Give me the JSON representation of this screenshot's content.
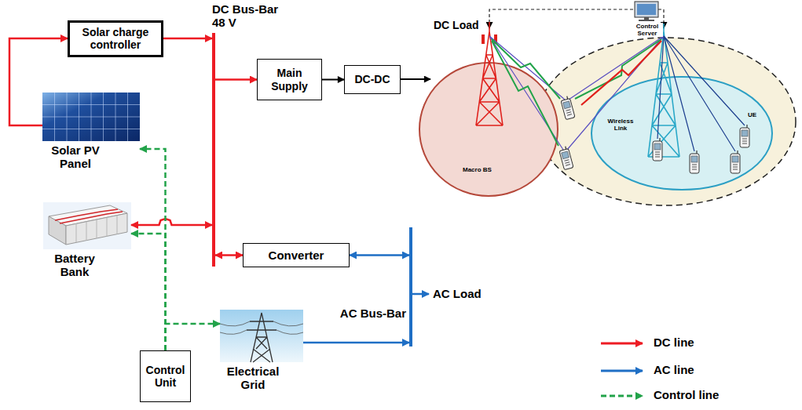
{
  "diagram": {
    "nodes": [
      {
        "text": [
          "Solar charge controller"
        ]
      },
      {
        "text": [
          "DC Bus-Bar 48 V"
        ]
      },
      {
        "text": [
          "Main Supply"
        ]
      },
      {
        "text": [
          "DC-DC"
        ]
      },
      {
        "text": [
          "Solar PV Panel"
        ]
      },
      {
        "text": [
          "Battery Bank"
        ]
      },
      {
        "text": [
          "Converter"
        ]
      },
      {
        "text": [
          "AC Bus-Bar"
        ]
      },
      {
        "text": [
          "Electrical Grid"
        ]
      },
      {
        "text": [
          "Control Unit"
        ]
      }
    ],
    "edges": [
      {
        "from": 4,
        "to": 0,
        "arrow": "to"
      },
      {
        "from": 0,
        "to": 1,
        "arrow": "to"
      },
      {
        "from": 1,
        "to": 2,
        "arrow": "to"
      },
      {
        "from": 2,
        "to": 3,
        "arrow": "to"
      },
      {
        "from": 5,
        "to": 1,
        "arrow": "both"
      },
      {
        "from": 1,
        "to": 6,
        "arrow": "both"
      },
      {
        "from": 6,
        "to": 7,
        "arrow": "both"
      },
      {
        "from": 8,
        "to": 7,
        "arrow": "to"
      },
      {
        "from": 9,
        "to": 4,
        "arrow": "to"
      },
      {
        "from": 9,
        "to": 5,
        "arrow": "to"
      },
      {
        "from": 9,
        "to": 8,
        "arrow": "to"
      }
    ],
    "labels": [
      "DC Load",
      "Control Server",
      "Macro BS",
      "Wireless Link",
      "UE",
      "AC Load"
    ],
    "legend": [
      {
        "text": "DC line"
      },
      {
        "text": "AC line"
      },
      {
        "text": "Control line"
      }
    ]
  }
}
